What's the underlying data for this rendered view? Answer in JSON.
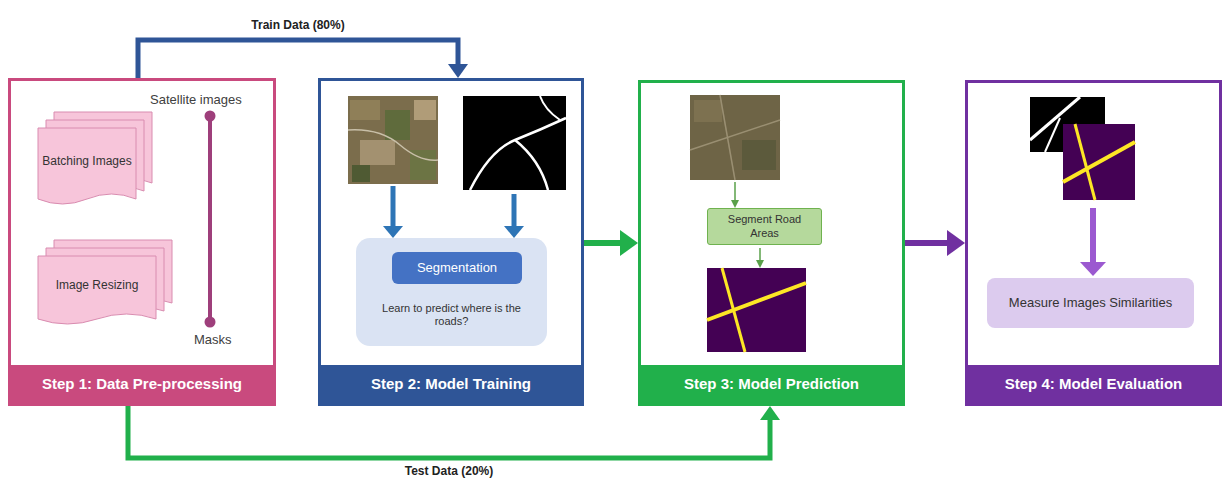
{
  "diagram": {
    "nodes": [
      {
        "text": [
          "Step 1: Data Pre-processing"
        ]
      },
      {
        "text": [
          "Batching Images"
        ],
        "in": 0
      },
      {
        "text": [
          "Image Resizing"
        ],
        "in": 0
      },
      {
        "text": [
          "Step 2: Model Training"
        ]
      },
      {
        "text": [
          "Learn to predict where is the roads?"
        ],
        "in": 3
      },
      {
        "text": [
          "Segmentation"
        ],
        "in": 4
      },
      {
        "text": [
          "Step 3: Model Prediction"
        ]
      },
      {
        "text": [
          "Segment Road Areas"
        ],
        "in": 6
      },
      {
        "text": [
          "Step 4: Model Evaluation"
        ]
      },
      {
        "text": [
          "Measure Images Similarities"
        ],
        "in": 8
      }
    ],
    "edges": [
      {
        "from": 0,
        "to": 3,
        "arrow": "to",
        "label": "Train Data (80%)"
      },
      {
        "from": 0,
        "to": 6,
        "arrow": "to",
        "label": "Test Data (20%)"
      },
      {
        "from": 3,
        "to": 6,
        "arrow": "to"
      },
      {
        "from": 6,
        "to": 8,
        "arrow": "to"
      }
    ],
    "labels": [
      "Satellite images",
      "Masks"
    ]
  }
}
